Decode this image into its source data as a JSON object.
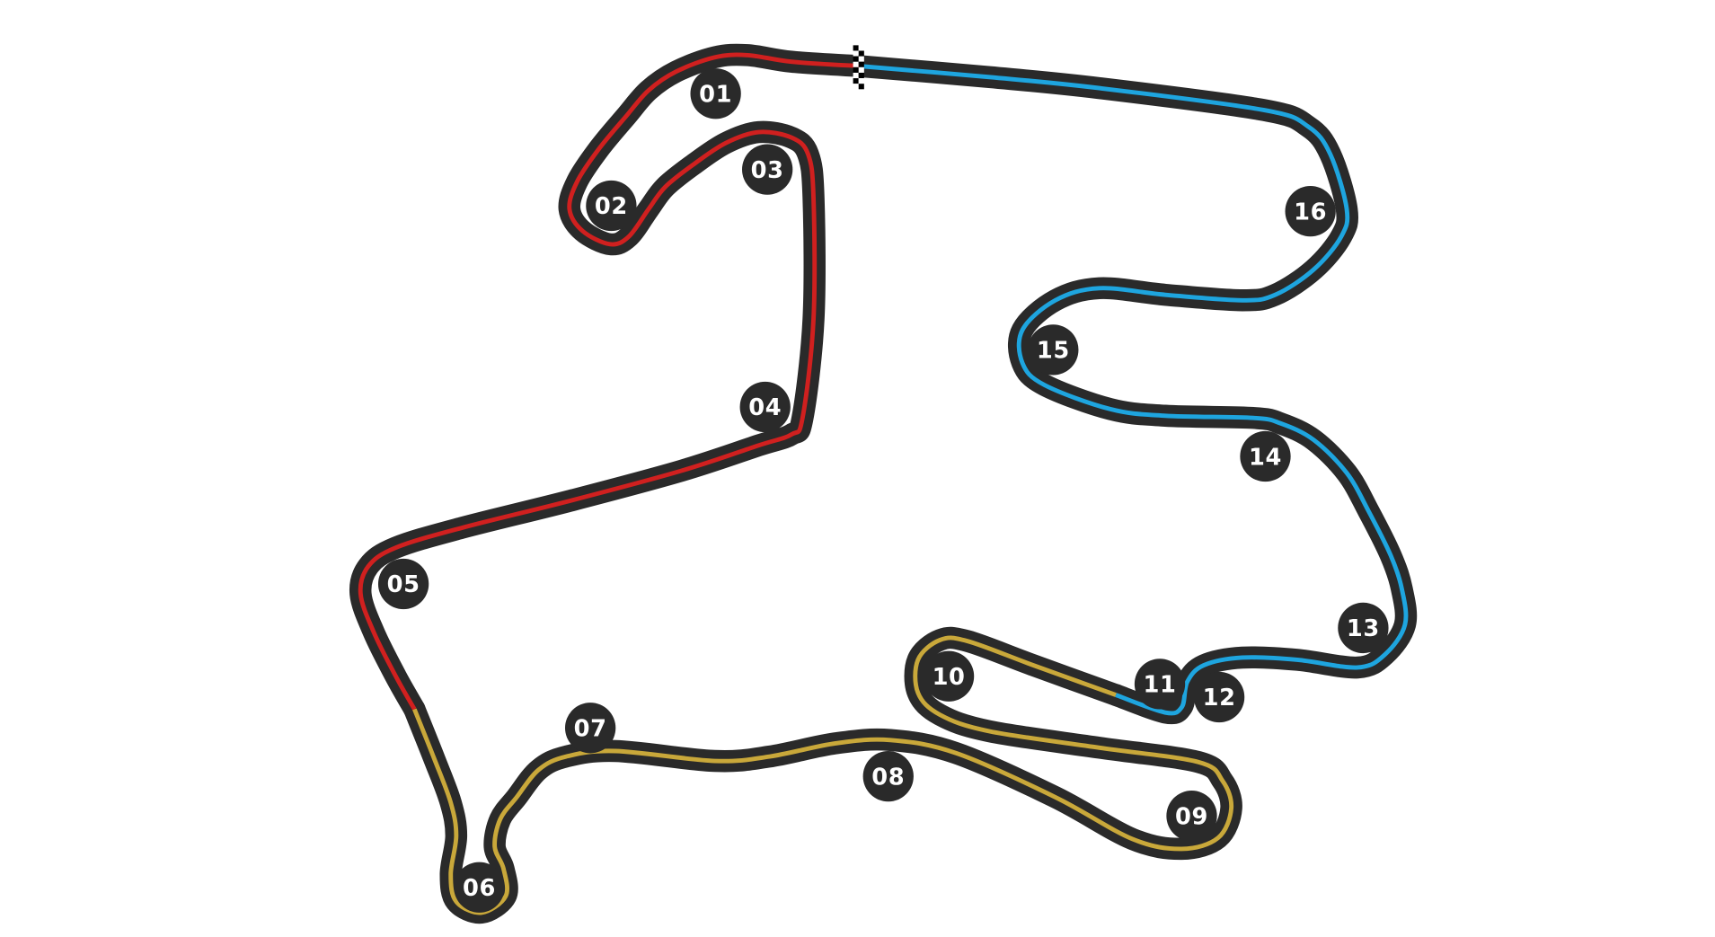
{
  "track": {
    "outline_color": "#2a2a2a",
    "sectors": [
      {
        "id": 1,
        "color": "#d0201f"
      },
      {
        "id": 2,
        "color": "#c9a83a"
      },
      {
        "id": 3,
        "color": "#1ea5df"
      }
    ],
    "finish_line": "checkered-flag-icon",
    "corners": [
      "01",
      "02",
      "03",
      "04",
      "05",
      "06",
      "07",
      "08",
      "09",
      "10",
      "11",
      "12",
      "13",
      "14",
      "15",
      "16"
    ]
  }
}
